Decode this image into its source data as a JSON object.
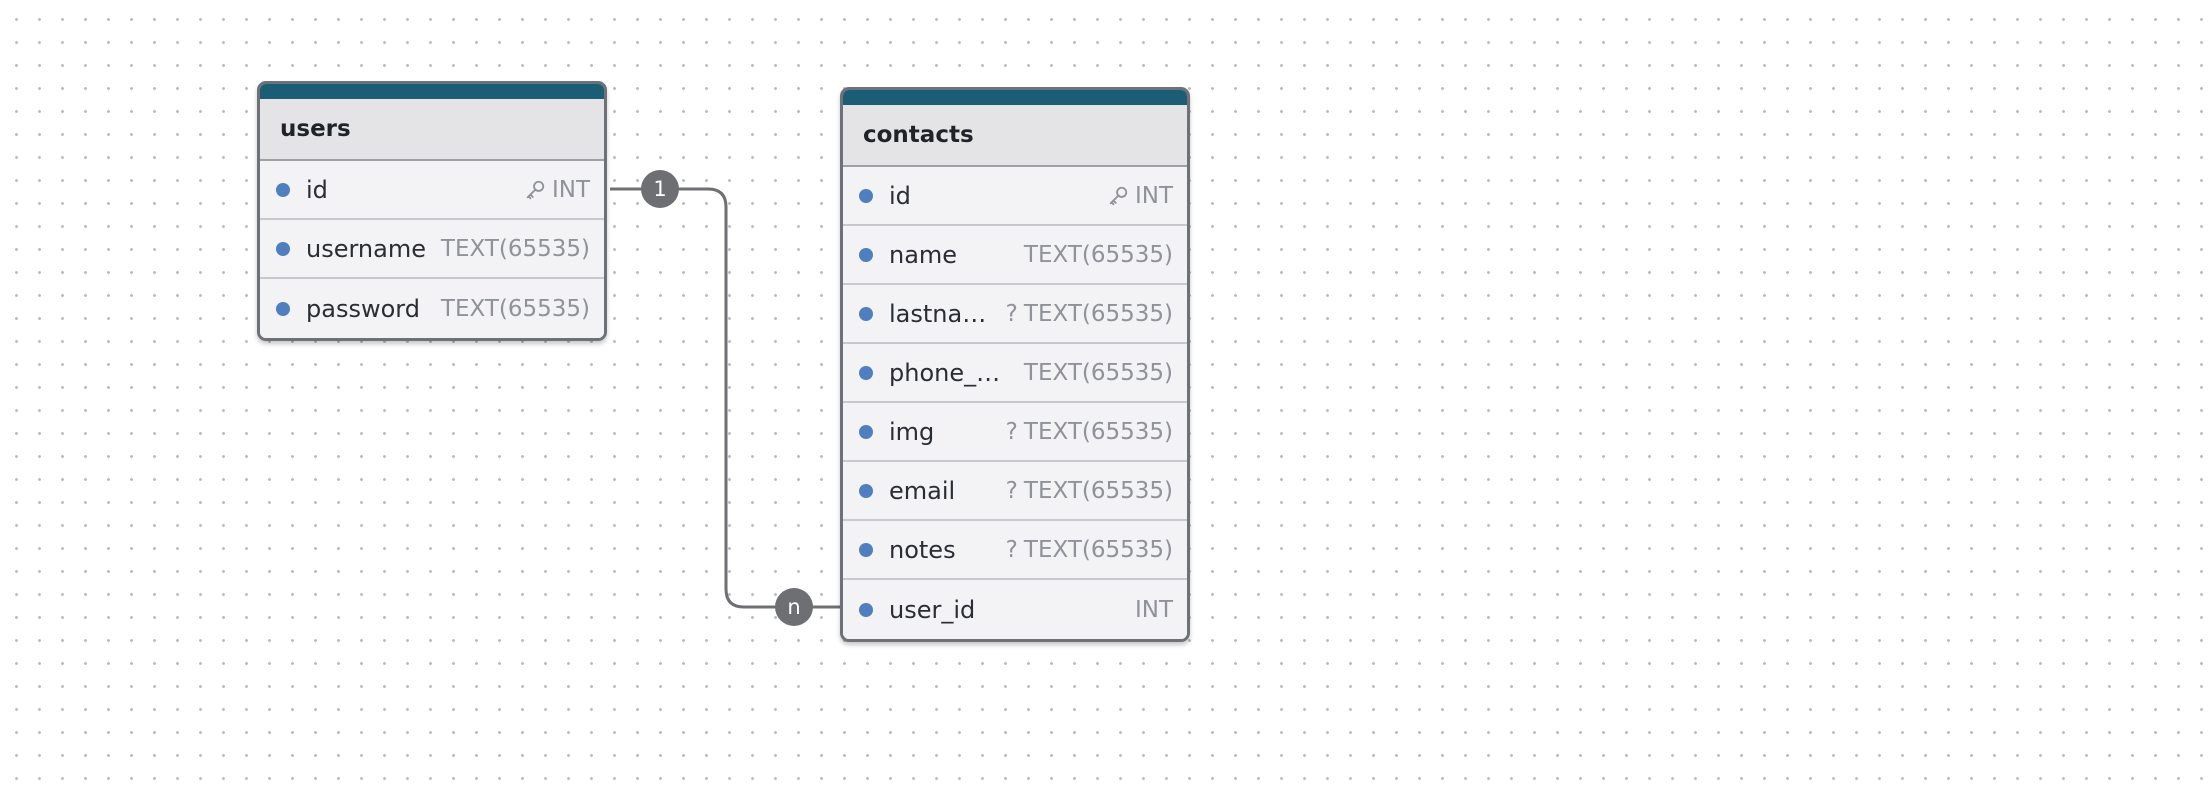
{
  "tables": [
    {
      "name": "users",
      "fields": [
        {
          "name": "id",
          "type": "INT",
          "primary_key": true,
          "nullable": false
        },
        {
          "name": "username",
          "type": "TEXT(65535)",
          "primary_key": false,
          "nullable": false
        },
        {
          "name": "password",
          "type": "TEXT(65535)",
          "primary_key": false,
          "nullable": false
        }
      ]
    },
    {
      "name": "contacts",
      "fields": [
        {
          "name": "id",
          "type": "INT",
          "primary_key": true,
          "nullable": false
        },
        {
          "name": "name",
          "type": "TEXT(65535)",
          "primary_key": false,
          "nullable": false
        },
        {
          "name": "lastname",
          "type": "TEXT(65535)",
          "primary_key": false,
          "nullable": true
        },
        {
          "name": "phone_nu...",
          "type": "TEXT(65535)",
          "primary_key": false,
          "nullable": false
        },
        {
          "name": "img",
          "type": "TEXT(65535)",
          "primary_key": false,
          "nullable": true
        },
        {
          "name": "email",
          "type": "TEXT(65535)",
          "primary_key": false,
          "nullable": true
        },
        {
          "name": "notes",
          "type": "TEXT(65535)",
          "primary_key": false,
          "nullable": true
        },
        {
          "name": "user_id",
          "type": "INT",
          "primary_key": false,
          "nullable": false
        }
      ]
    }
  ],
  "relationship": {
    "from_table": "users",
    "from_field": "id",
    "to_table": "contacts",
    "to_field": "user_id",
    "from_cardinality": "1",
    "to_cardinality": "n"
  },
  "nullable_marker": "?",
  "icons": {
    "primary_key": "key-icon",
    "field_bullet": "dot-icon"
  },
  "colors": {
    "table_accent": "#1c5d76",
    "field_dot": "#4f7fbf",
    "connector": "#6e6f73",
    "badge": "#6e6f73",
    "type_text": "#8f9298"
  }
}
